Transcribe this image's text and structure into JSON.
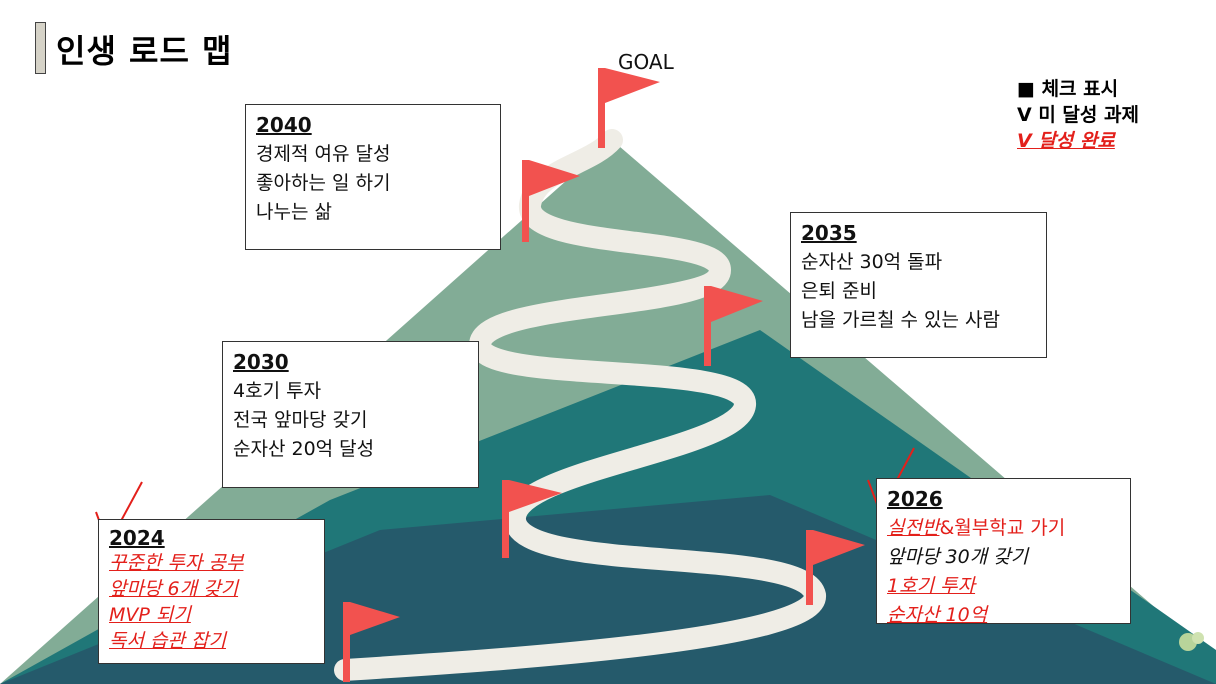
{
  "title": "인생 로드 맵",
  "goal_label": "GOAL",
  "legend": {
    "heading": "■ 체크 표시",
    "pending": "V 미 달성 과제",
    "done": "V 달성 완료"
  },
  "milestones": {
    "y2040": {
      "year": "2040",
      "items": [
        "경제적 여유 달성",
        "좋아하는 일 하기",
        "나누는 삶"
      ]
    },
    "y2035": {
      "year": "2035",
      "items": [
        "순자산 30억 돌파",
        "은퇴 준비",
        "남을 가르칠 수 있는 사람"
      ]
    },
    "y2030": {
      "year": "2030",
      "items": [
        "4호기 투자",
        "전국 앞마당 갖기",
        "순자산 20억 달성"
      ]
    },
    "y2026": {
      "year": "2026",
      "items": [
        "실전반",
        "&월부학교 가기",
        "앞마당 30개 갖기",
        "1호기 투자",
        "순자산 10억"
      ]
    },
    "y2024": {
      "year": "2024",
      "items": [
        "꾸준한 투자 공부",
        "앞마당 6개 갖기",
        "MVP 되기",
        "독서 습관 잡기"
      ]
    }
  },
  "colors": {
    "mountain_light": "#82ac96",
    "mountain_teal": "#207778",
    "mountain_dark": "#255a6b",
    "road": "#efede6",
    "flag": "#f2524f",
    "done_red": "#e3201b"
  }
}
